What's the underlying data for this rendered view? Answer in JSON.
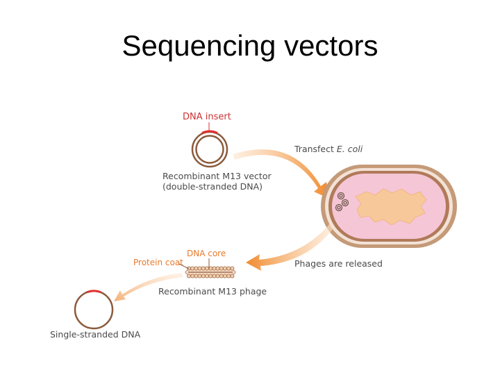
{
  "title": "Sequencing vectors",
  "labels": {
    "dna_insert": "DNA insert",
    "vector_line1": "Recombinant M13 vector",
    "vector_line2": "(double-stranded DNA)",
    "transfect_prefix": "Transfect ",
    "transfect_organism": "E. coli",
    "phages_released": "Phages are released",
    "dna_core": "DNA core",
    "protein_coat": "Protein coat",
    "recombinant_phage": "Recombinant M13 phage",
    "single_stranded": "Single-stranded DNA"
  },
  "colors": {
    "dna_brown": "#8b5a3c",
    "insert_red": "#e03030",
    "arrow_orange": "#f08a2c",
    "cell_wall": "#c49a78",
    "cytoplasm": "#f5c6d6",
    "nucleoid": "#f7c99a"
  }
}
